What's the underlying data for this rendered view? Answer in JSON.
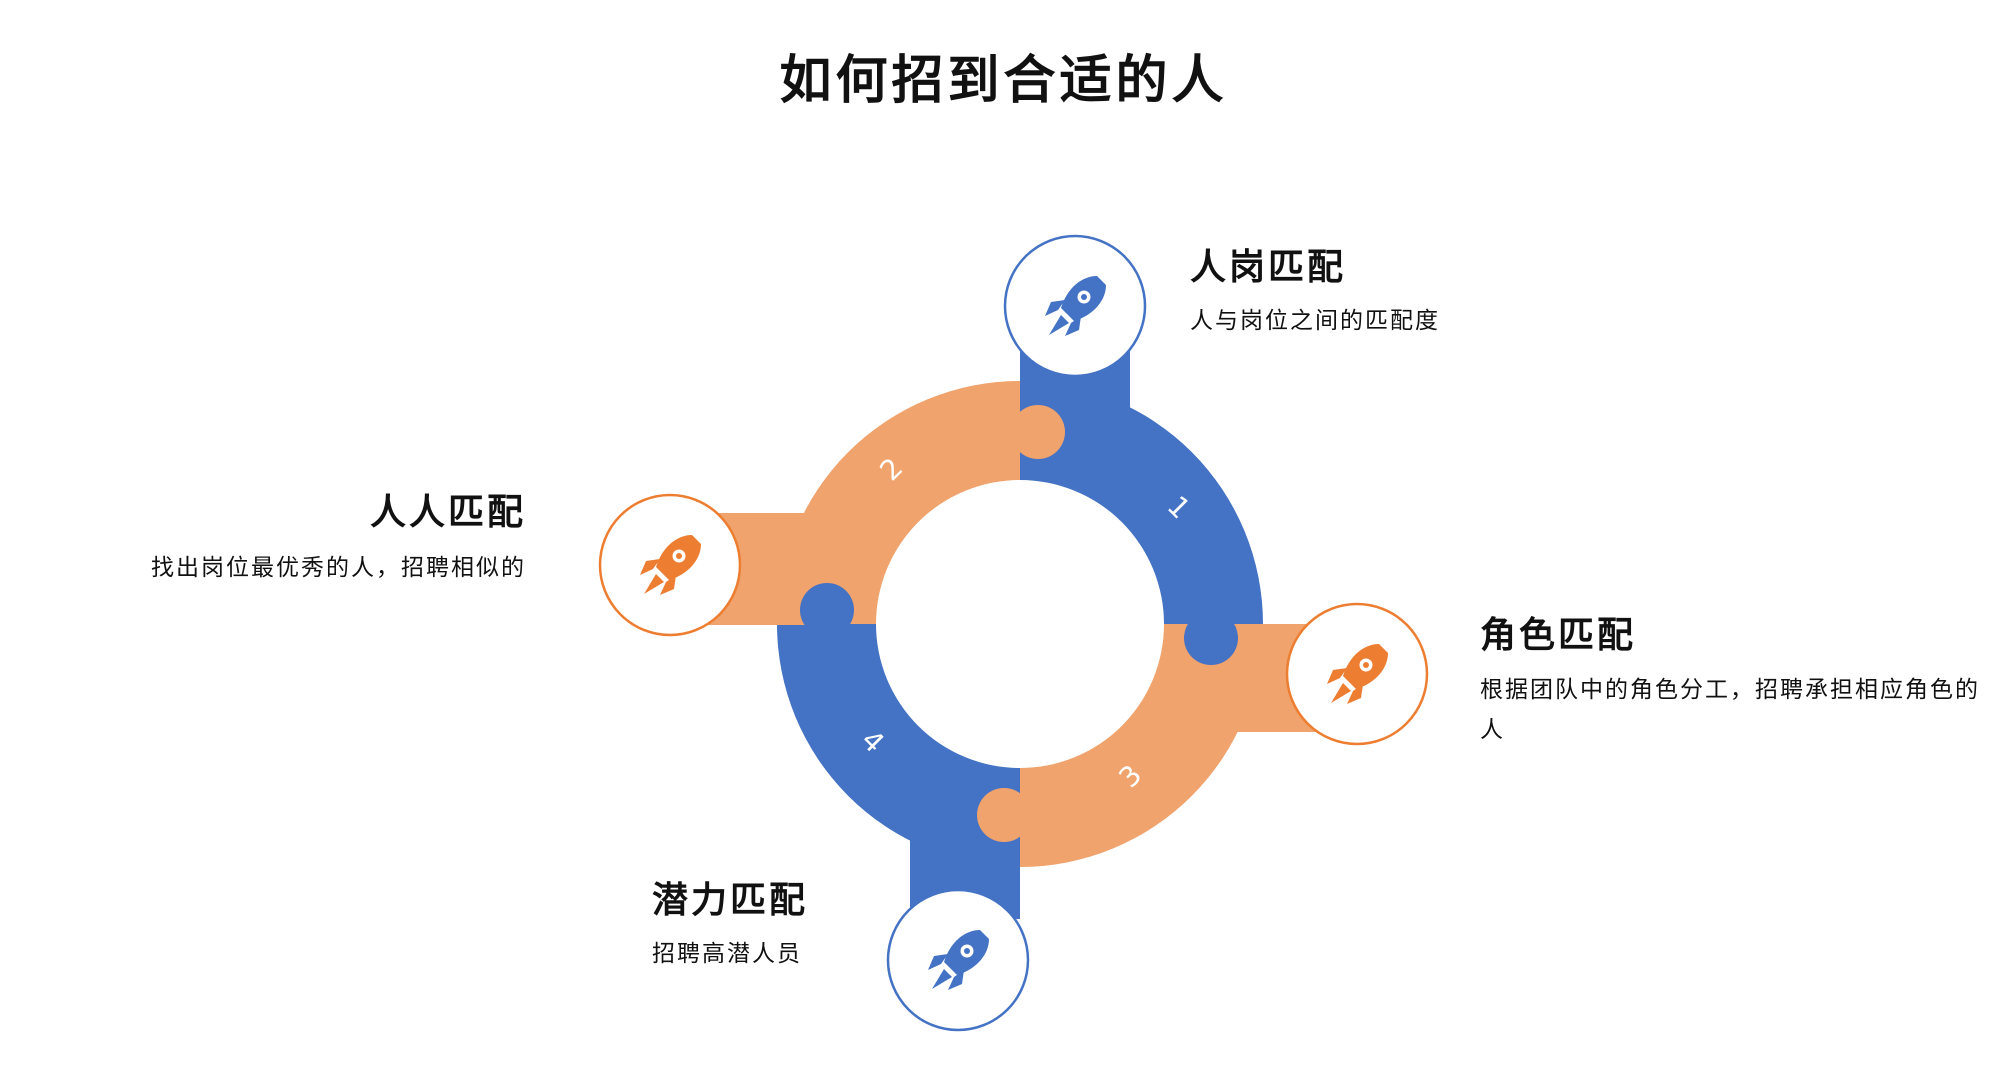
{
  "title": "如何招到合适的人",
  "colors": {
    "blue": "#4472C4",
    "orange": "#F0A36C",
    "orange_icon": "#ED7D31",
    "background": "#FFFFFF"
  },
  "segments": [
    {
      "number": "1",
      "color": "blue"
    },
    {
      "number": "2",
      "color": "orange"
    },
    {
      "number": "3",
      "color": "orange"
    },
    {
      "number": "4",
      "color": "blue"
    }
  ],
  "items": [
    {
      "title": "人岗匹配",
      "description": "人与岗位之间的匹配度",
      "icon": "rocket-icon",
      "icon_color": "blue"
    },
    {
      "title": "人人匹配",
      "description": "找出岗位最优秀的人，招聘相似的",
      "icon": "rocket-icon",
      "icon_color": "orange"
    },
    {
      "title": "角色匹配",
      "description": "根据团队中的角色分工，招聘承担相应角色的人",
      "icon": "rocket-icon",
      "icon_color": "orange"
    },
    {
      "title": "潜力匹配",
      "description": "招聘高潜人员",
      "icon": "rocket-icon",
      "icon_color": "blue"
    }
  ]
}
